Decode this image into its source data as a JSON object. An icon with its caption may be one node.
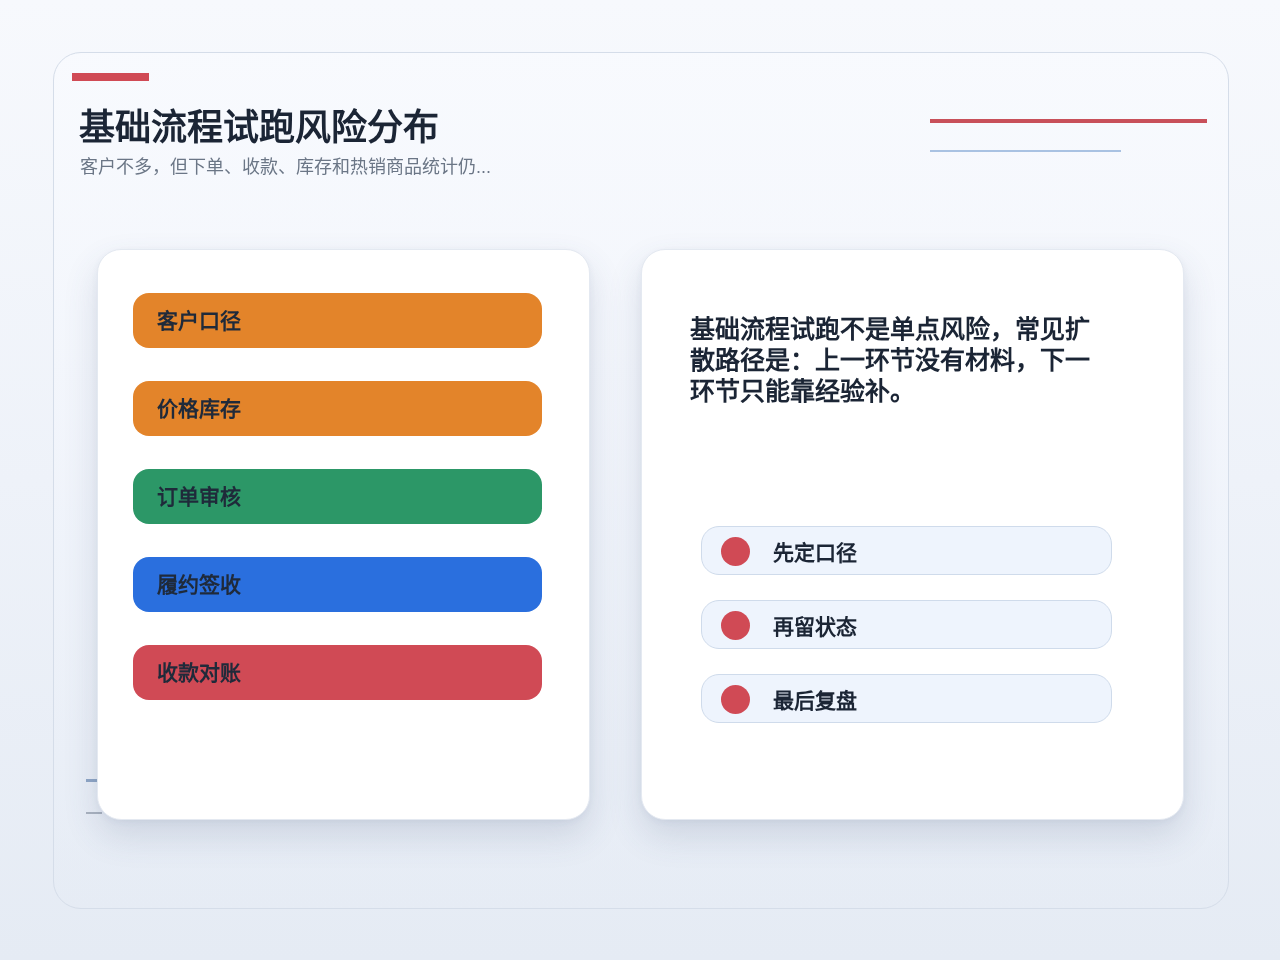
{
  "diagram": {
    "title": "基础流程试跑风险分布",
    "nodes": [
      {
        "text": [],
        "shape": "box"
      },
      {
        "text": [
          "客户口径"
        ],
        "in": 0
      },
      {
        "text": [
          "价格库存"
        ],
        "in": 0
      },
      {
        "text": [
          "订单审核"
        ],
        "in": 0
      },
      {
        "text": [
          "履约签收"
        ],
        "in": 0
      },
      {
        "text": [
          "收款对账"
        ],
        "in": 0
      },
      {
        "text": [
          "基础流程试跑不是单点风险，常见扩散路径是：上一环节没有材料，下一环节只能靠经验补。"
        ]
      },
      {
        "text": [
          "先定口径"
        ],
        "in": 6
      },
      {
        "text": [
          "再留状态"
        ],
        "in": 6
      },
      {
        "text": [
          "最后复盘"
        ],
        "in": 6
      }
    ],
    "labels": [
      "客户不多，但下单、收款、库存和热销商品统计仍..."
    ]
  }
}
